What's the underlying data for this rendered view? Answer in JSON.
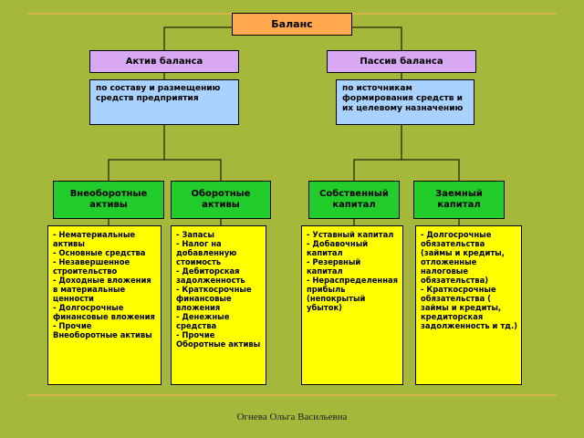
{
  "root": {
    "title": "Баланс"
  },
  "asset": {
    "title": "Актив баланса",
    "description": "по составу и размещению средств предприятия",
    "groups": [
      {
        "title": "Внеоборотные активы",
        "items": [
          "- Нематериальные активы",
          "- Основные средства",
          "- Незавершенное строительство",
          "- Доходные вложения в материальные ценности",
          "- Долгосрочные финансовые вложения",
          "- Прочие Внеоборотные активы"
        ]
      },
      {
        "title": "Оборотные активы",
        "items": [
          "- Запасы",
          "- Налог на добавленную стоимость",
          "- Дебиторская задолженность",
          "- Краткосрочные финансовые вложения",
          "- Денежные средства",
          "- Прочие Оборотные активы"
        ]
      }
    ]
  },
  "liability": {
    "title": "Пассив баланса",
    "description": "по источникам формирования средств и их целевому назначению",
    "groups": [
      {
        "title": "Собственный капитал",
        "items": [
          "- Уставный капитал",
          "- Добавочный капитал",
          "- Резервный капитал",
          "- Нераспределенная прибыль (непокрытый убыток)"
        ]
      },
      {
        "title": "Заемный капитал",
        "items": [
          "- Долгосрочные обязательства (займы и кредиты, отложенные налоговые обязательства)",
          "- Краткосрочные обязательства ( займы и кредиты, кредиторская задолженность и тд.)"
        ]
      }
    ]
  },
  "footer": {
    "author": "Огнева Ольга Васильевна"
  },
  "colors": {
    "background": "#a6b83c",
    "root": "#ffa84f",
    "side": "#d8a8f2",
    "description": "#a9d2ff",
    "group": "#22cc2a",
    "list": "#ffff00",
    "rule": "#d7b24a"
  }
}
